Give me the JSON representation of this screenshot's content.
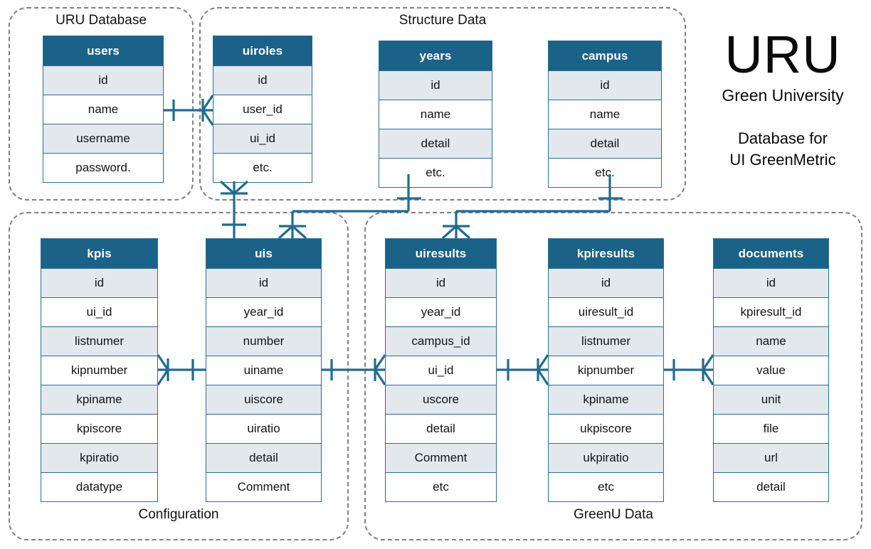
{
  "diagram": {
    "title": "URU Green University Database for UI GreenMetric ER Diagram",
    "accent_header": "#1a6287",
    "accent_border": "#2a6f92",
    "alt_row": "#e3e8ec",
    "group_border": "#808080"
  },
  "logo": {
    "acronym": "URU",
    "university": "Green University",
    "tagline_line1": "Database for",
    "tagline_line2": "UI GreenMetric"
  },
  "groups": [
    {
      "id": "uru-database",
      "label": "URU Database",
      "label_pos": "top"
    },
    {
      "id": "structure-data",
      "label": "Structure Data",
      "label_pos": "top"
    },
    {
      "id": "configuration",
      "label": "Configuration",
      "label_pos": "bottom"
    },
    {
      "id": "greenu-data",
      "label": "GreenU Data",
      "label_pos": "bottom"
    }
  ],
  "tables": [
    {
      "id": "users",
      "name": "users",
      "group": "uru-database",
      "columns": [
        "id",
        "name",
        "username",
        "password."
      ]
    },
    {
      "id": "uiroles",
      "name": "uiroles",
      "group": "structure-data",
      "columns": [
        "id",
        "user_id",
        "ui_id",
        "etc."
      ]
    },
    {
      "id": "years",
      "name": "years",
      "group": "structure-data",
      "columns": [
        "id",
        "name",
        "detail",
        "etc."
      ]
    },
    {
      "id": "campus",
      "name": "campus",
      "group": "structure-data",
      "columns": [
        "id",
        "name",
        "detail",
        "etc."
      ]
    },
    {
      "id": "kpis",
      "name": "kpis",
      "group": "configuration",
      "columns": [
        "id",
        "ui_id",
        "listnumer",
        "kipnumber",
        "kpiname",
        "kpiscore",
        "kpiratio",
        "datatype"
      ]
    },
    {
      "id": "uis",
      "name": "uis",
      "group": "configuration",
      "columns": [
        "id",
        "year_id",
        "number",
        "uiname",
        "uiscore",
        "uiratio",
        "detail",
        "Comment"
      ]
    },
    {
      "id": "uiresults",
      "name": "uiresults",
      "group": "greenu-data",
      "columns": [
        "id",
        "year_id",
        "campus_id",
        "ui_id",
        "uscore",
        "detail",
        "Comment",
        "etc"
      ]
    },
    {
      "id": "kpiresults",
      "name": "kpiresults",
      "group": "greenu-data",
      "columns": [
        "id",
        "uiresult_id",
        "listnumer",
        "kipnumber",
        "kpiname",
        "ukpiscore",
        "ukpiratio",
        "etc"
      ]
    },
    {
      "id": "documents",
      "name": "documents",
      "group": "greenu-data",
      "columns": [
        "id",
        "kpiresult_id",
        "name",
        "value",
        "unit",
        "file",
        "url",
        "detail"
      ]
    }
  ],
  "relationships": [
    {
      "from": "users",
      "to": "uiroles",
      "from_card": "one",
      "to_card": "many"
    },
    {
      "from": "uiroles",
      "to": "uis",
      "from_card": "many",
      "to_card": "one"
    },
    {
      "from": "years",
      "to": "uis",
      "from_card": "one",
      "to_card": "many"
    },
    {
      "from": "campus",
      "to": "uiresults",
      "from_card": "one",
      "to_card": "many"
    },
    {
      "from": "kpis",
      "to": "uis",
      "from_card": "many",
      "to_card": "one"
    },
    {
      "from": "uis",
      "to": "uiresults",
      "from_card": "one",
      "to_card": "many"
    },
    {
      "from": "uiresults",
      "to": "kpiresults",
      "from_card": "one",
      "to_card": "many"
    },
    {
      "from": "kpiresults",
      "to": "documents",
      "from_card": "one",
      "to_card": "many"
    }
  ]
}
